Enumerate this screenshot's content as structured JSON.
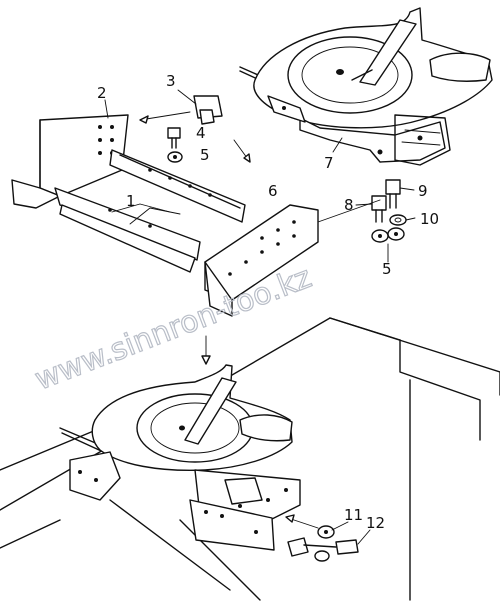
{
  "diagram": {
    "callouts": {
      "c1": "1",
      "c2": "2",
      "c3": "3",
      "c4": "4",
      "c5a": "5",
      "c5b": "5",
      "c6": "6",
      "c7": "7",
      "c8": "8",
      "c9": "9",
      "c10": "10",
      "c11": "11",
      "c12": "12"
    },
    "watermark": "www.sinnron-too.kz"
  },
  "colors": {
    "line": "#111111",
    "watermark": "#b9bec8",
    "background": "#ffffff"
  }
}
